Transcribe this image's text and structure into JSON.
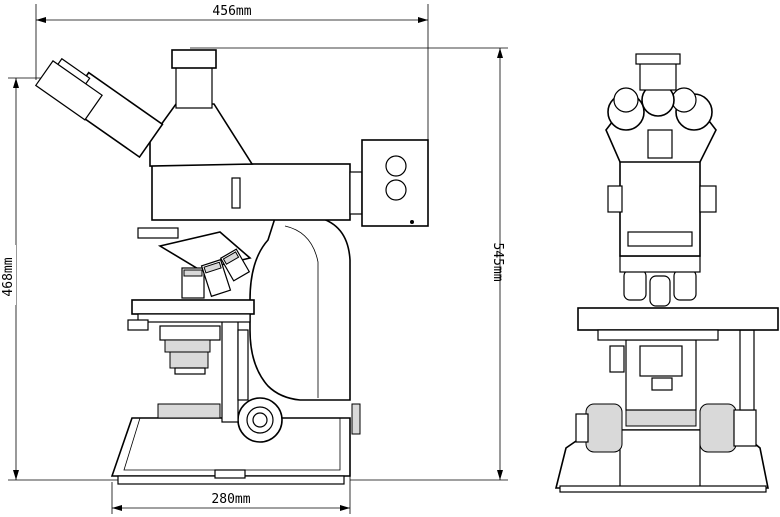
{
  "dimensions": {
    "width_top": "456mm",
    "height_left": "468mm",
    "height_right": "545mm",
    "width_bottom": "280mm"
  }
}
